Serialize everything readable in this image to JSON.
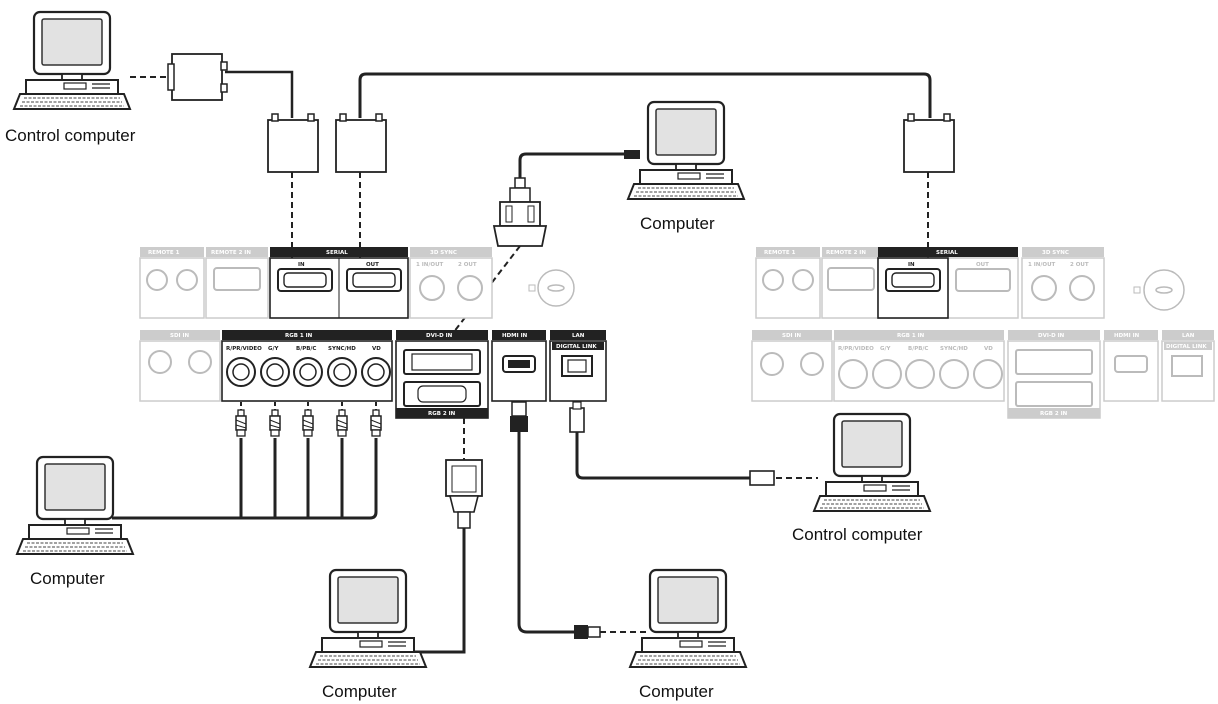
{
  "captions": {
    "control_computer_top": "Control computer",
    "computer_top_center": "Computer",
    "computer_left": "Computer",
    "control_computer_right": "Control computer",
    "computer_bottom_left": "Computer",
    "computer_bottom_right": "Computer"
  },
  "panel_main": {
    "remote1": "REMOTE 1",
    "remote2_in": "REMOTE 2 IN",
    "serial": "SERIAL",
    "serial_in": "IN",
    "serial_out": "OUT",
    "3d_sync": "3D SYNC",
    "3d_in_out": "1 IN/OUT",
    "3d_out": "2 OUT",
    "sdi_in": "SDI IN",
    "rgb1_in": "RGB 1 IN",
    "rgb1_ports": [
      "R/PR/VIDEO",
      "G/Y",
      "B/PB/C",
      "SYNC/HD",
      "VD"
    ],
    "dvid_in": "DVI-D IN",
    "rgb2_in": "RGB 2 IN",
    "hdmi_in": "HDMI IN",
    "lan": "LAN",
    "digital_link": "DIGITAL LINK"
  },
  "panel_ghost": {
    "remote1": "REMOTE 1",
    "remote2_in": "REMOTE 2 IN",
    "serial": "SERIAL",
    "serial_in": "IN",
    "serial_out": "OUT",
    "3d_sync": "3D SYNC",
    "3d_in_out": "1 IN/OUT",
    "3d_out": "2 OUT",
    "sdi_in": "SDI IN",
    "rgb1_in": "RGB 1 IN",
    "rgb1_ports": [
      "R/PR/VIDEO",
      "G/Y",
      "B/PB/C",
      "SYNC/HD",
      "VD"
    ],
    "dvid_in": "DVI-D IN",
    "rgb2_in": "RGB 2 IN",
    "hdmi_in": "HDMI IN",
    "lan": "LAN",
    "digital_link": "DIGITAL LINK"
  }
}
